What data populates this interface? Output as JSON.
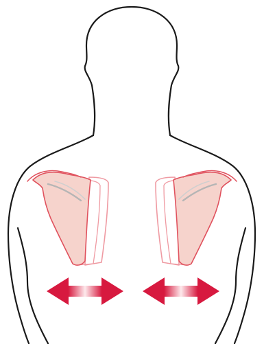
{
  "diagram": {
    "colors": {
      "background": "#ffffff",
      "outline": "#1a1a1a",
      "scapula_fill": "#f6d3cc",
      "scapula_stroke": "#e0525e",
      "scapula_ghost_stroke": "#ef9aa2",
      "arrow_main": "#d7193f",
      "arrow_light": "#fde9ec"
    },
    "arrows": [
      {
        "name": "left-arrow",
        "direction": "bidirectional-horizontal"
      },
      {
        "name": "right-arrow",
        "direction": "bidirectional-horizontal"
      }
    ]
  }
}
